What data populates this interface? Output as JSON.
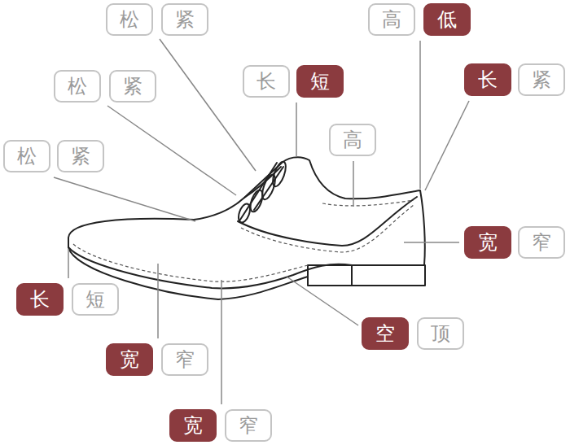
{
  "diagram": {
    "nodes": [
      {
        "text": [
          "松"
        ]
      },
      {
        "text": [
          "紧"
        ]
      },
      {
        "text": [
          "高"
        ]
      },
      {
        "text": [
          "低"
        ]
      },
      {
        "text": [
          "松"
        ]
      },
      {
        "text": [
          "紧"
        ]
      },
      {
        "text": [
          "长"
        ]
      },
      {
        "text": [
          "短"
        ]
      },
      {
        "text": [
          "长"
        ]
      },
      {
        "text": [
          "紧"
        ]
      },
      {
        "text": [
          "高"
        ]
      },
      {
        "text": [
          "松"
        ]
      },
      {
        "text": [
          "紧"
        ]
      },
      {
        "text": [
          "宽"
        ]
      },
      {
        "text": [
          "窄"
        ]
      },
      {
        "text": [
          "长"
        ]
      },
      {
        "text": [
          "短"
        ]
      },
      {
        "text": [
          "空"
        ]
      },
      {
        "text": [
          "顶"
        ]
      },
      {
        "text": [
          "宽"
        ]
      },
      {
        "text": [
          "窄"
        ]
      },
      {
        "text": [
          "宽"
        ]
      },
      {
        "text": [
          "窄"
        ]
      }
    ]
  }
}
